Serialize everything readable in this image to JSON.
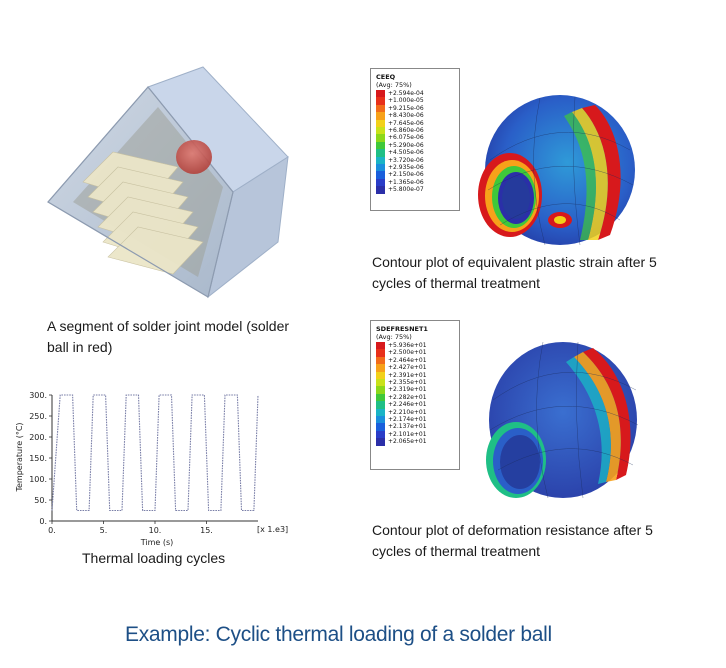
{
  "model": {
    "caption_line1": "A segment of solder joint model (solder",
    "caption_line2": "ball in red)",
    "colors": {
      "box": "#b9c6d6",
      "ball": "#c0504d",
      "layers": "#e8e2c8"
    }
  },
  "strain": {
    "legend_title": "CEEQ",
    "legend_subtitle": "(Avg: 75%)",
    "legend_values": [
      "+2.594e-04",
      "+1.000e-05",
      "+9.215e-06",
      "+8.430e-06",
      "+7.645e-06",
      "+6.860e-06",
      "+6.075e-06",
      "+5.290e-06",
      "+4.505e-06",
      "+3.720e-06",
      "+2.935e-06",
      "+2.150e-06",
      "+1.365e-06",
      "+5.800e-07"
    ],
    "legend_colors": [
      "#d7191c",
      "#e8301a",
      "#f26b1a",
      "#f7a11a",
      "#f2d11a",
      "#c9e21a",
      "#8cd81a",
      "#3fc83a",
      "#1fbf86",
      "#1ab4c6",
      "#1a8fdc",
      "#1a5fdc",
      "#2a3dc8",
      "#2b2fa8"
    ],
    "caption_line1": "Contour plot of equivalent plastic strain after 5",
    "caption_line2": "cycles of thermal treatment"
  },
  "resistance": {
    "legend_title": "SDEFRESNET1",
    "legend_subtitle": "(Avg: 75%)",
    "legend_values": [
      "+5.936e+01",
      "+2.500e+01",
      "+2.464e+01",
      "+2.427e+01",
      "+2.391e+01",
      "+2.355e+01",
      "+2.319e+01",
      "+2.282e+01",
      "+2.246e+01",
      "+2.210e+01",
      "+2.174e+01",
      "+2.137e+01",
      "+2.101e+01",
      "+2.065e+01"
    ],
    "legend_colors": [
      "#d7191c",
      "#e8301a",
      "#f26b1a",
      "#f7a11a",
      "#f2d11a",
      "#c9e21a",
      "#8cd81a",
      "#3fc83a",
      "#1fbf86",
      "#1ab4c6",
      "#1a8fdc",
      "#1a5fdc",
      "#2a3dc8",
      "#2b2fa8"
    ],
    "caption_line1": "Contour plot of deformation resistance after 5",
    "caption_line2": "cycles of thermal treatment"
  },
  "chart_data": {
    "type": "line",
    "title": "",
    "xlabel": "Time (s)",
    "ylabel": "Temperature (°C)",
    "x_multiplier_label": "[x 1.e3]",
    "xlim": [
      0,
      20
    ],
    "ylim": [
      0,
      300
    ],
    "xticks": [
      0,
      5,
      10,
      15
    ],
    "xtick_labels": [
      "0.",
      "5.",
      "10.",
      "15."
    ],
    "yticks": [
      0,
      50,
      100,
      150,
      200,
      250,
      300
    ],
    "ytick_labels": [
      "0.",
      "50.",
      "100.",
      "150.",
      "200.",
      "250.",
      "300."
    ],
    "series": [
      {
        "x": [
          0,
          0.8,
          2.0,
          2.4,
          3.6,
          4.0,
          5.2,
          5.6,
          6.8,
          7.2,
          8.4,
          8.8,
          10.0,
          10.4,
          11.6,
          12.0,
          13.2,
          13.6,
          14.8,
          15.2,
          16.4,
          16.8,
          18.0,
          18.4,
          19.6,
          20.0
        ],
        "y": [
          25,
          300,
          300,
          25,
          25,
          300,
          300,
          25,
          25,
          300,
          300,
          25,
          25,
          300,
          300,
          25,
          25,
          300,
          300,
          25,
          25,
          300,
          300,
          25,
          25,
          300
        ]
      }
    ],
    "grid": false,
    "caption": "Thermal loading cycles"
  },
  "footer": {
    "title": "Example: Cyclic thermal loading of a solder ball"
  }
}
